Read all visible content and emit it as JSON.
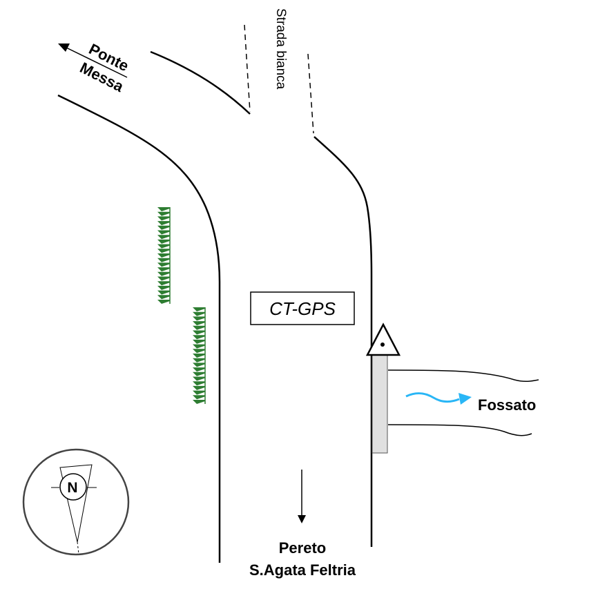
{
  "labels": {
    "strada_bianca": "Strada bianca",
    "ponte": "Ponte",
    "messa": "Messa",
    "station": "CT-GPS",
    "fossato": "Fossato",
    "pereto": "Pereto",
    "sagata": "S.Agata Feltria",
    "north": "N"
  },
  "colors": {
    "road": "#000000",
    "vegetation": "#2e7d32",
    "water_flow": "#29b6f6",
    "culvert_fill": "#e0e0e0",
    "compass_ring": "#444444"
  },
  "icons": [
    "benchmark-triangle-icon",
    "north-arrow-icon",
    "vegetation-symbol"
  ]
}
